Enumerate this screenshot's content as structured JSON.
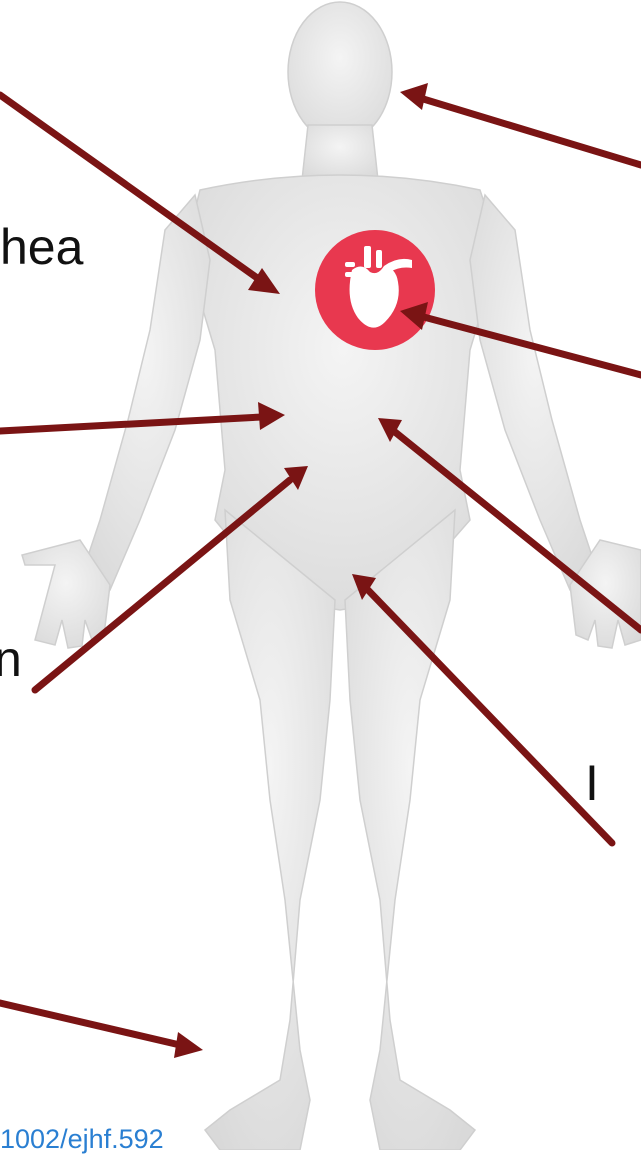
{
  "labels": {
    "dyspnea_fragment": "hea",
    "abdomen_fragment": "n",
    "right_bottom_fragment": "I"
  },
  "citation": {
    "doi_fragment": "1002/ejhf.592"
  },
  "icons": {
    "heart": "anatomical-heart-icon"
  },
  "colors": {
    "arrow": "#7a1414",
    "heart_badge": "#e8384f",
    "link": "#2a7fd2",
    "body": "#e9e9e9"
  }
}
